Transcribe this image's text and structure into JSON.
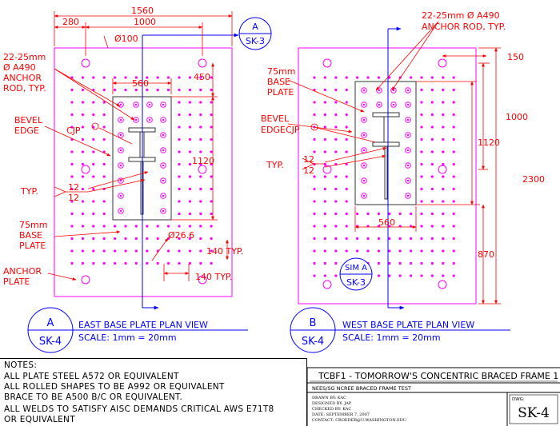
{
  "colors": {
    "plate": "#ff00ff",
    "dim": "#ff0000",
    "blue": "#0000ff",
    "steel": "#333333",
    "black": "#000000"
  },
  "east": {
    "dim_total": "1560",
    "dim_280": "280",
    "dim_1000": "1000",
    "hole_100": "Ø100",
    "dim_450": "450",
    "dim_560": "560",
    "dim_1120": "1120",
    "hole_26": "Ø26.6",
    "dim_140_typ_v": "140 TYP.",
    "dim_140_typ_h": "140 TYP.",
    "anchor_line1": "22-25mm",
    "anchor_line2": "Ø A490",
    "anchor_line3": "ANCHOR",
    "anchor_line4": "ROD, TYP.",
    "bevel1": "BEVEL",
    "bevel2": "EDGE",
    "cjp": "CJP",
    "typ": "TYP.",
    "weld_top": "12",
    "weld_bot": "12",
    "bp1": "75mm",
    "bp2": "BASE",
    "bp3": "PLATE",
    "ap1": "ANCHOR",
    "ap2": "PLATE"
  },
  "west": {
    "anchor_line1": "22-25mm Ø A490",
    "anchor_line2": "ANCHOR ROD, TYP.",
    "dim_150": "150",
    "dim_1000": "1000",
    "dim_1120": "1120",
    "dim_2300": "2300",
    "dim_870": "870",
    "dim_560": "560",
    "bp1": "75mm",
    "bp2": "BASE",
    "bp3": "PLATE",
    "bevel1": "BEVEL",
    "bevel2": "EDGE",
    "cjp": "CJP",
    "typ": "TYP.",
    "weld_top": "12",
    "weld_bot": "12"
  },
  "callouts": {
    "sec_a_top": "A",
    "sec_a_bot": "SK-3",
    "sim_top": "SIM A",
    "sim_bot": "SK-3",
    "east_letter": "A",
    "east_sheet": "SK-4",
    "west_letter": "B",
    "west_sheet": "SK-4"
  },
  "views": {
    "east_title": "EAST BASE PLATE PLAN VIEW",
    "east_scale": "SCALE: 1mm = 20mm",
    "west_title": "WEST BASE PLATE PLAN VIEW",
    "west_scale": "SCALE: 1mm = 20mm"
  },
  "notes": {
    "heading": "NOTES:",
    "lines": [
      "ALL PLATE STEEL A572 OR EQUIVALENT",
      "ALL ROLLED SHAPES TO BE A992 OR EQUIVALENT",
      "BRACE TO BE A500 B/C OR EQUIVALENT.",
      "ALL WELDS TO SATISFY AISC DEMANDS CRITICAL AWS E71T8",
      "OR EQUIVALENT"
    ]
  },
  "titleblock": {
    "project": "TCBF1 - TOMORROW'S CONCENTRIC BRACED FRAME 1",
    "subtitle": "NEES/SG NCREE BRACED FRAME TEST",
    "drawn": "DRAWN BY: KAC",
    "designed": "DESIGNED BY: JAP",
    "checked": "CHECKED BY: KAC",
    "date": "DATE: SEPTEMBER 7, 2007",
    "contact": "CONTACT: CROEDER@U.WASHINGTON.EDU",
    "dwg_label": "DWG:",
    "dwg_number": "SK-4"
  }
}
